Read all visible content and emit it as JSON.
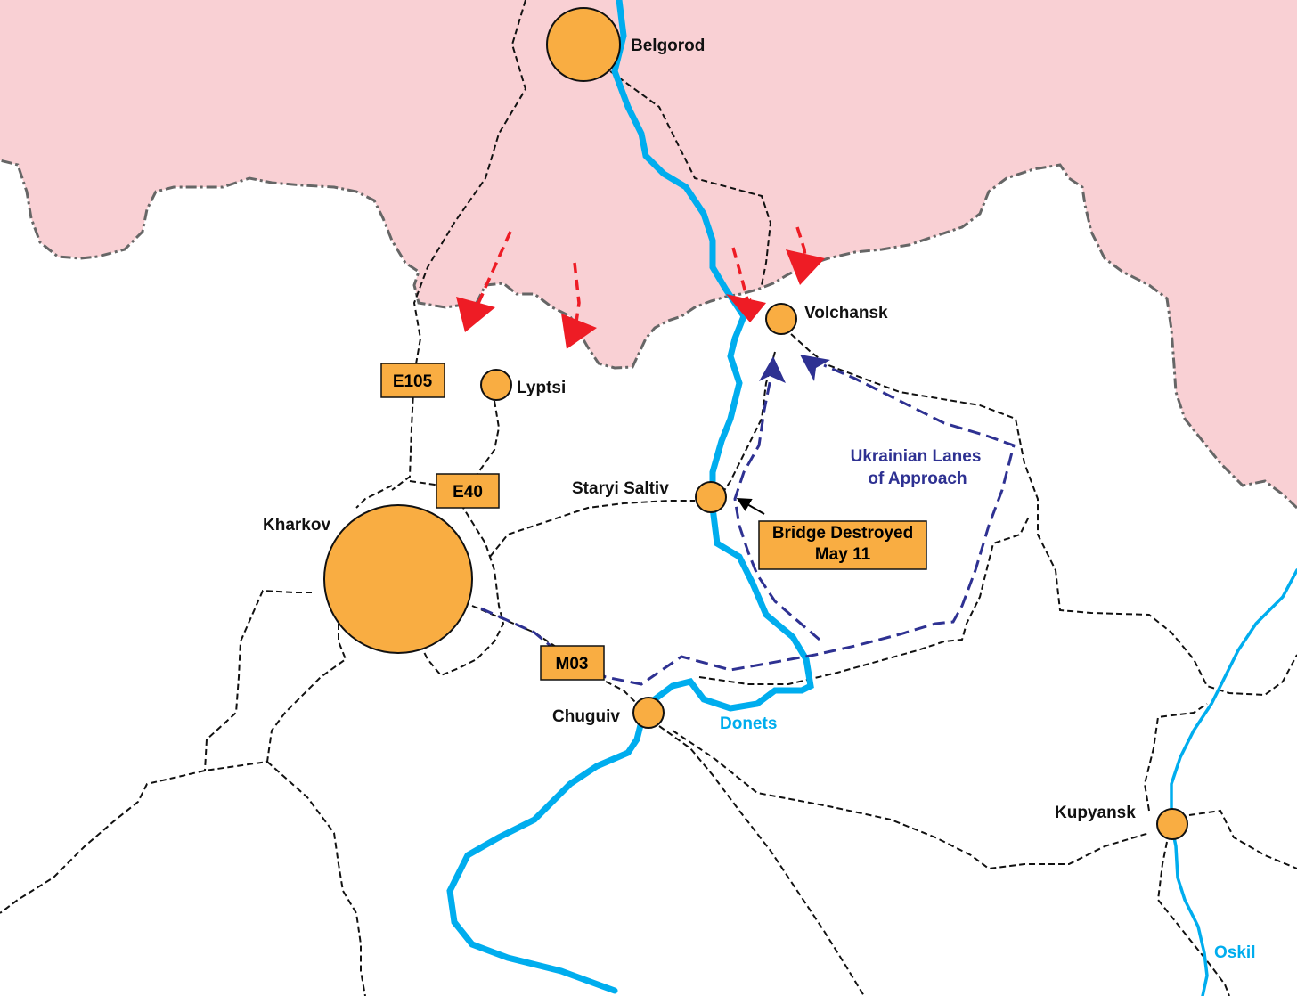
{
  "colors": {
    "russia_fill": "#f9d0d4",
    "border": "#666666",
    "road": "#111111",
    "river": "#00adee",
    "city_fill": "#f9ad42",
    "city_stroke": "#111111",
    "attack_arrow": "#ee1c25",
    "ukr_lane": "#2e3192",
    "box_fill": "#f9ad42"
  },
  "cities": {
    "belgorod": "Belgorod",
    "volchansk": "Volchansk",
    "lyptsi": "Lyptsi",
    "staryi_saltiv": "Staryi Saltiv",
    "kharkov": "Kharkov",
    "chuguiv": "Chuguiv",
    "kupyansk": "Kupyansk"
  },
  "roads": {
    "e105": "E105",
    "e40": "E40",
    "m03": "M03"
  },
  "rivers": {
    "donets": "Donets",
    "oskil": "Oskil"
  },
  "annotations": {
    "bridge_line1": "Bridge Destroyed",
    "bridge_line2": "May 11",
    "lanes_line1": "Ukrainian Lanes",
    "lanes_line2": "of Approach"
  }
}
